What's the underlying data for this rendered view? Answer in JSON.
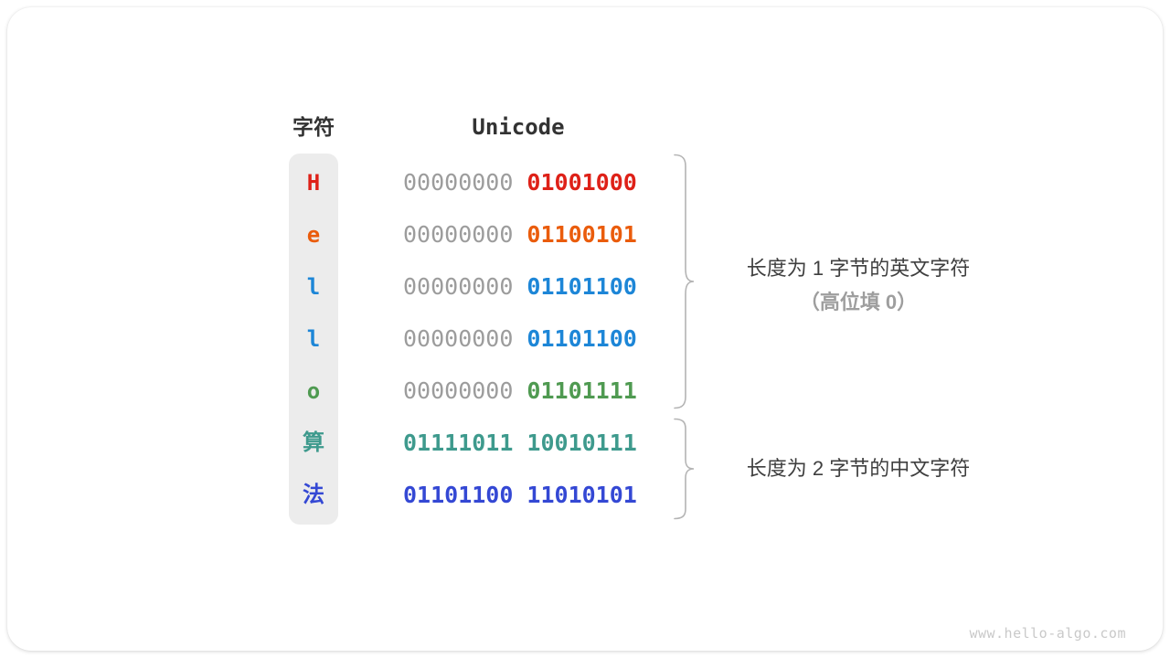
{
  "header": {
    "char_label": "字符",
    "unicode_label": "Unicode"
  },
  "rows": [
    {
      "char": "H",
      "byte1": "00000000",
      "byte2": "01001000",
      "char_color": "#de2118",
      "byte1_color": "#9c9c9c",
      "byte2_color": "#de2118"
    },
    {
      "char": "e",
      "byte1": "00000000",
      "byte2": "01100101",
      "char_color": "#ea5c0c",
      "byte1_color": "#9c9c9c",
      "byte2_color": "#ea5c0c"
    },
    {
      "char": "l",
      "byte1": "00000000",
      "byte2": "01101100",
      "char_color": "#1d86d7",
      "byte1_color": "#9c9c9c",
      "byte2_color": "#1d86d7"
    },
    {
      "char": "l",
      "byte1": "00000000",
      "byte2": "01101100",
      "char_color": "#1d86d7",
      "byte1_color": "#9c9c9c",
      "byte2_color": "#1d86d7"
    },
    {
      "char": "o",
      "byte1": "00000000",
      "byte2": "01101111",
      "char_color": "#4f9a51",
      "byte1_color": "#9c9c9c",
      "byte2_color": "#4f9a51"
    },
    {
      "char": "算",
      "byte1": "01111011",
      "byte2": "10010111",
      "char_color": "#3e9a8d",
      "byte1_color": "#3e9a8d",
      "byte2_color": "#3e9a8d"
    },
    {
      "char": "法",
      "byte1": "01101100",
      "byte2": "11010101",
      "char_color": "#3448d4",
      "byte1_color": "#3448d4",
      "byte2_color": "#3448d4"
    }
  ],
  "annotations": {
    "group1_line1": "长度为 1 字节的英文字符",
    "group1_line2": "（高位填 0）",
    "group2_line1": "长度为 2 字节的中文字符"
  },
  "watermark": "www.hello-algo.com",
  "colors": {
    "brace": "#b4b4b4",
    "column_bg": "#ececec",
    "muted_gray": "#9c9c9c"
  }
}
